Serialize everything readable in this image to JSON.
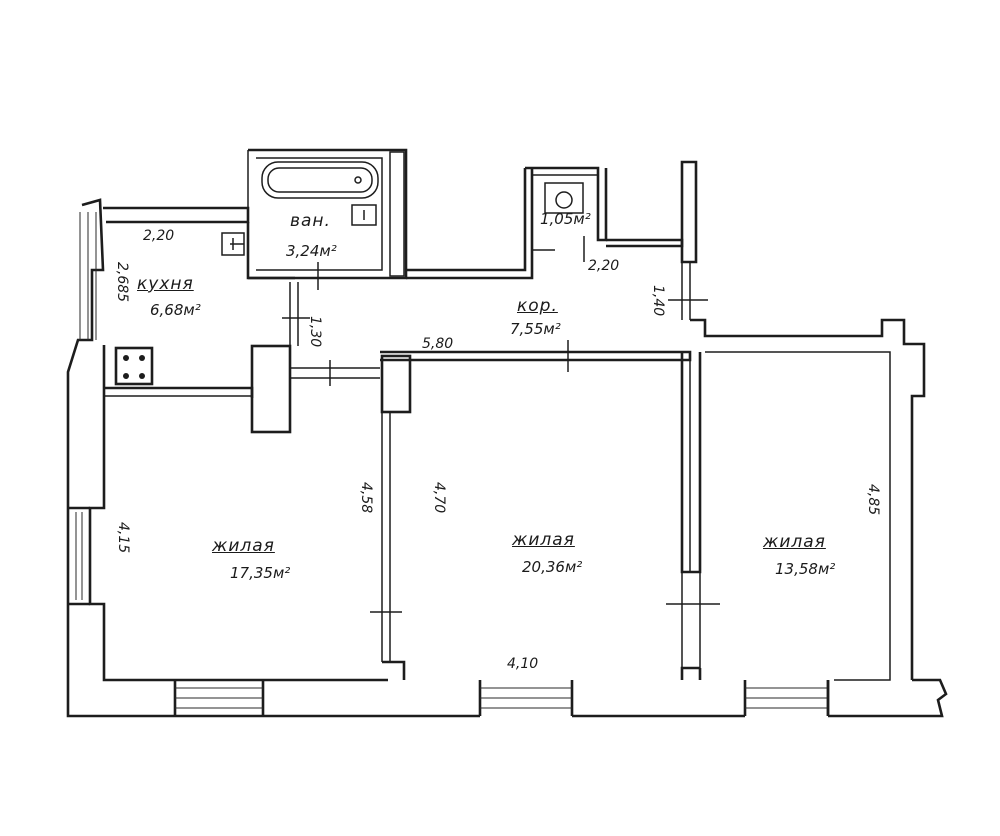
{
  "rooms": {
    "kitchen": {
      "name": "кухня",
      "area": "6,68м²"
    },
    "bath": {
      "name": "ван.",
      "area": "3,24м²"
    },
    "wc": {
      "area": "1,05м²"
    },
    "corridor": {
      "name": "кор.",
      "area": "7,55м²"
    },
    "living1": {
      "name": "жилая",
      "area": "17,35м²"
    },
    "living2": {
      "name": "жилая",
      "area": "20,36м²"
    },
    "living3": {
      "name": "жилая",
      "area": "13,58м²"
    }
  },
  "dimensions": {
    "kitchen_width": "2,20",
    "kitchen_depth": "2,685",
    "bath_passage": "1,30",
    "wc_width": "2,20",
    "corridor_height": "1,40",
    "corridor_length": "5,80",
    "living1_depth": "4,15",
    "partition_1_2": "4,58",
    "living2_depth": "4,70",
    "living2_width": "4,10",
    "living3_depth": "4,85"
  }
}
